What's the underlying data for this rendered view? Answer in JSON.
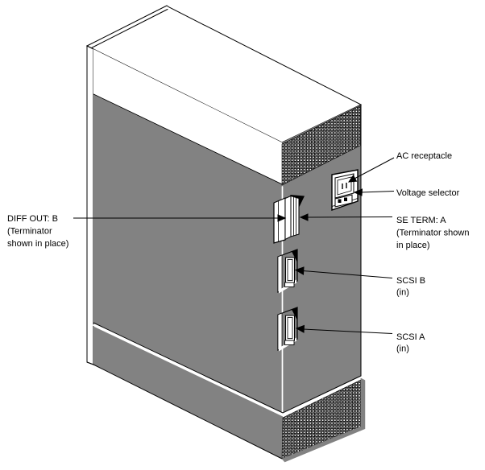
{
  "colors": {
    "background": "#ffffff",
    "chassis_gray": "#828282",
    "line_black": "#000000"
  },
  "callouts": {
    "diff_out_b": {
      "lines": [
        "DIFF OUT: B",
        "(Terminator",
        "shown in place)"
      ]
    },
    "se_term_a": {
      "lines": [
        "SE TERM: A",
        "(Terminator shown",
        "in place)"
      ]
    },
    "ac_receptacle": {
      "label": "AC receptacle"
    },
    "voltage_selector": {
      "label": "Voltage selector"
    },
    "scsi_b": {
      "lines": [
        "SCSI B",
        "(in)"
      ]
    },
    "scsi_a": {
      "lines": [
        "SCSI A",
        "(in)"
      ]
    }
  }
}
